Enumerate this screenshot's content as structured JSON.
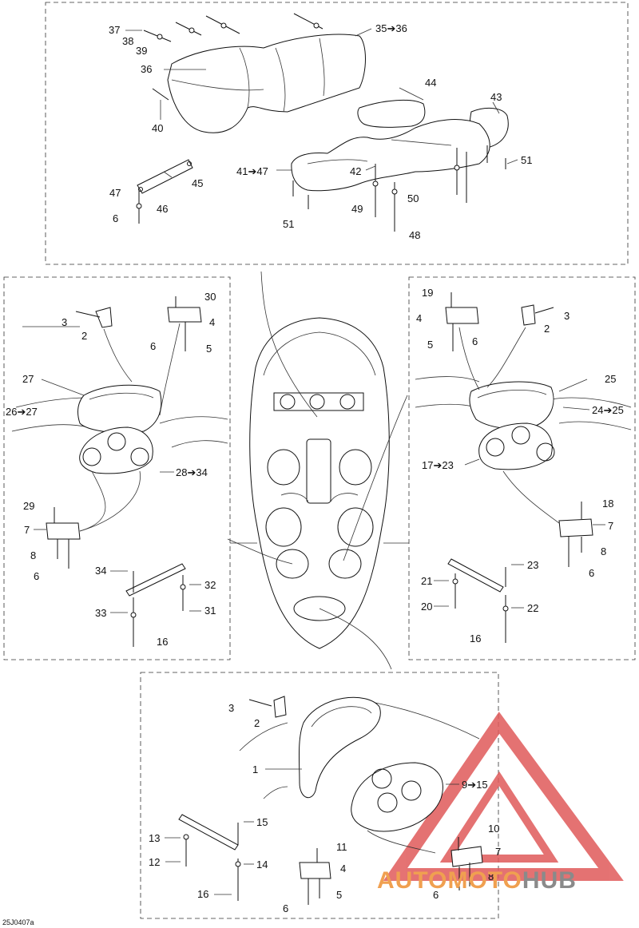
{
  "callouts": {
    "top": [
      "37",
      "38",
      "39",
      "36",
      "40",
      "35➔36",
      "44",
      "43",
      "41➔47",
      "42",
      "51",
      "45",
      "47",
      "6",
      "46",
      "49",
      "50",
      "51",
      "48"
    ],
    "left": [
      "3",
      "2",
      "30",
      "4",
      "6",
      "5",
      "27",
      "26➔27",
      "28➔34",
      "29",
      "7",
      "8",
      "6",
      "34",
      "32",
      "33",
      "31",
      "16"
    ],
    "right": [
      "19",
      "4",
      "3",
      "2",
      "5",
      "6",
      "25",
      "24➔25",
      "17➔23",
      "18",
      "7",
      "8",
      "6",
      "21",
      "23",
      "20",
      "22",
      "16"
    ],
    "bottom": [
      "3",
      "2",
      "1",
      "9➔15",
      "15",
      "13",
      "10",
      "11",
      "7",
      "4",
      "12",
      "14",
      "8",
      "16",
      "6",
      "5",
      "6"
    ]
  },
  "drawing_code": "25J0407a",
  "watermark": {
    "text_auto": "AUTO",
    "text_moto": "MOTO",
    "text_hub": "HUB",
    "color_orange": "#f0a050",
    "color_red": "#e05a5a",
    "color_gray": "#8a8a8a"
  }
}
